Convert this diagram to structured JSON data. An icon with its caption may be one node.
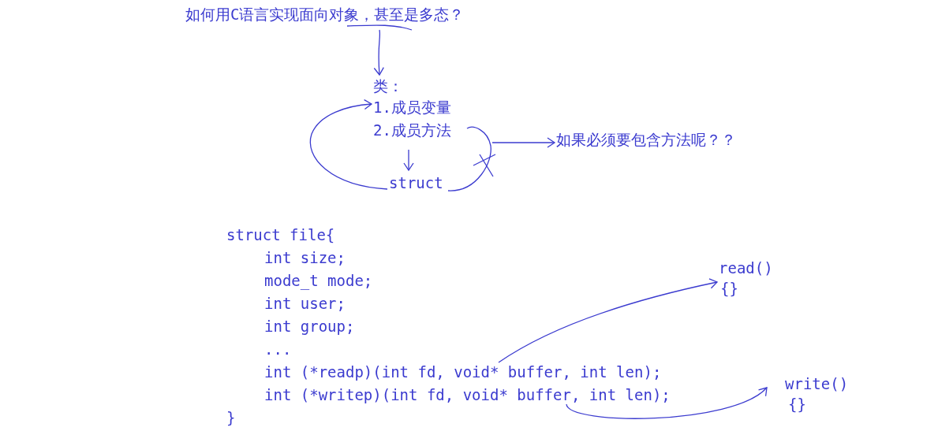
{
  "diagram": {
    "nodes": [
      {
        "text": [
          "如何用C语言实现面向对象，甚至是多态？"
        ]
      },
      {
        "text": [
          "类："
        ]
      },
      {
        "text": [
          "1.成员变量"
        ]
      },
      {
        "text": [
          "2.成员方法"
        ]
      },
      {
        "text": [
          "struct"
        ]
      },
      {
        "text": [
          "如果必须要包含方法呢？？"
        ]
      },
      {
        "text": [
          "int (*readp)(int fd, void* buffer, int len);"
        ]
      },
      {
        "text": [
          "int (*writep)(int fd, void* buffer, int len);"
        ]
      },
      {
        "text": [
          "read()",
          "{}"
        ]
      },
      {
        "text": [
          "write()",
          "{}"
        ]
      }
    ],
    "edges": [
      {
        "from": 0,
        "to": 1,
        "arrow": "to"
      },
      {
        "from": 3,
        "to": 4,
        "arrow": "to"
      },
      {
        "from": 4,
        "to": 2,
        "arrow": "to"
      },
      {
        "from": 4,
        "to": 3,
        "arrow": "none"
      },
      {
        "from": 3,
        "to": 5,
        "arrow": "to"
      },
      {
        "from": 6,
        "to": 8,
        "arrow": "to"
      },
      {
        "from": 7,
        "to": 9,
        "arrow": "to"
      }
    ],
    "labels": [
      "struct file{",
      "int size;",
      "mode_t mode;",
      "int user;",
      "int group;",
      "...",
      "}"
    ]
  }
}
